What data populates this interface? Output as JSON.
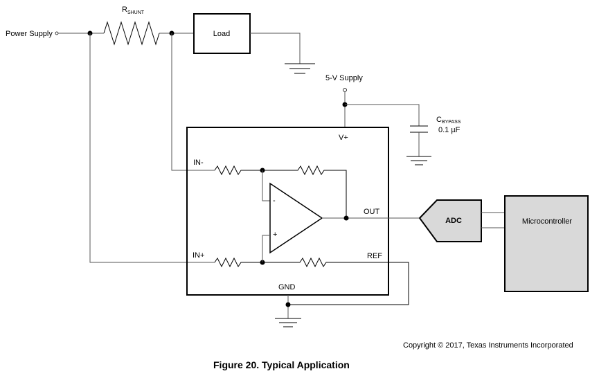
{
  "labels": {
    "rshunt_main": "R",
    "rshunt_sub": "SHUNT",
    "power_supply": "Power Supply",
    "load": "Load",
    "supply_5v": "5-V Supply",
    "cbypass_main": "C",
    "cbypass_sub": "BYPASS",
    "cbypass_value": "0.1 µF",
    "vplus": "V+",
    "in_minus": "IN-",
    "in_plus": "IN+",
    "out": "OUT",
    "ref": "REF",
    "gnd": "GND",
    "opamp_minus": "-",
    "opamp_plus": "+",
    "adc": "ADC",
    "microcontroller": "Microcontroller"
  },
  "copyright": "Copyright © 2017, Texas Instruments Incorporated",
  "caption": "Figure 20.  Typical Application"
}
